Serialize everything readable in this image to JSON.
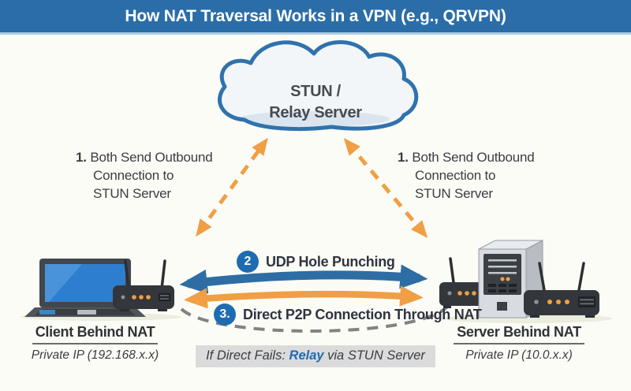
{
  "title": "How NAT Traversal Works in a VPN (e.g., QRVPN)",
  "cloud": {
    "line1": "STUN /",
    "line2": "Relay Server"
  },
  "step1_left": {
    "number": "1.",
    "line1": "Both Send Outbound",
    "line2": "Connection to",
    "line3": "STUN Server"
  },
  "step1_right": {
    "number": "1.",
    "line1": "Both Send Outbound",
    "line2": "Connection to",
    "line3": "STUN Server"
  },
  "step2": {
    "number": "2",
    "label": "UDP Hole Punching"
  },
  "step3": {
    "number": "3.",
    "label": "Direct P2P Connection Through NAT"
  },
  "fallback": {
    "prefix": "If Direct Fails: ",
    "highlight": "Relay",
    "suffix": " via STUN Server"
  },
  "client": {
    "caption": "Client Behind NAT",
    "ip": "Private IP (192.168.x.x)"
  },
  "server": {
    "caption": "Server Behind NAT",
    "ip": "Private IP (10.0.x.x)"
  },
  "colors": {
    "header_bg": "#2b6da7",
    "header_strip": "#aecce5",
    "page_bg": "#fcfcf6",
    "arrow_blue": "#2e6da4",
    "arrow_orange": "#f09f44",
    "badge_bg": "#1d6cb1",
    "relay_text": "#1d6cb1",
    "cloud_stroke": "#2f72ad",
    "cloud_fill": "#f2f6f9",
    "dashed_gray": "#828282",
    "label_bg": "#dbdbdb",
    "text_dark": "#3a3d42"
  }
}
